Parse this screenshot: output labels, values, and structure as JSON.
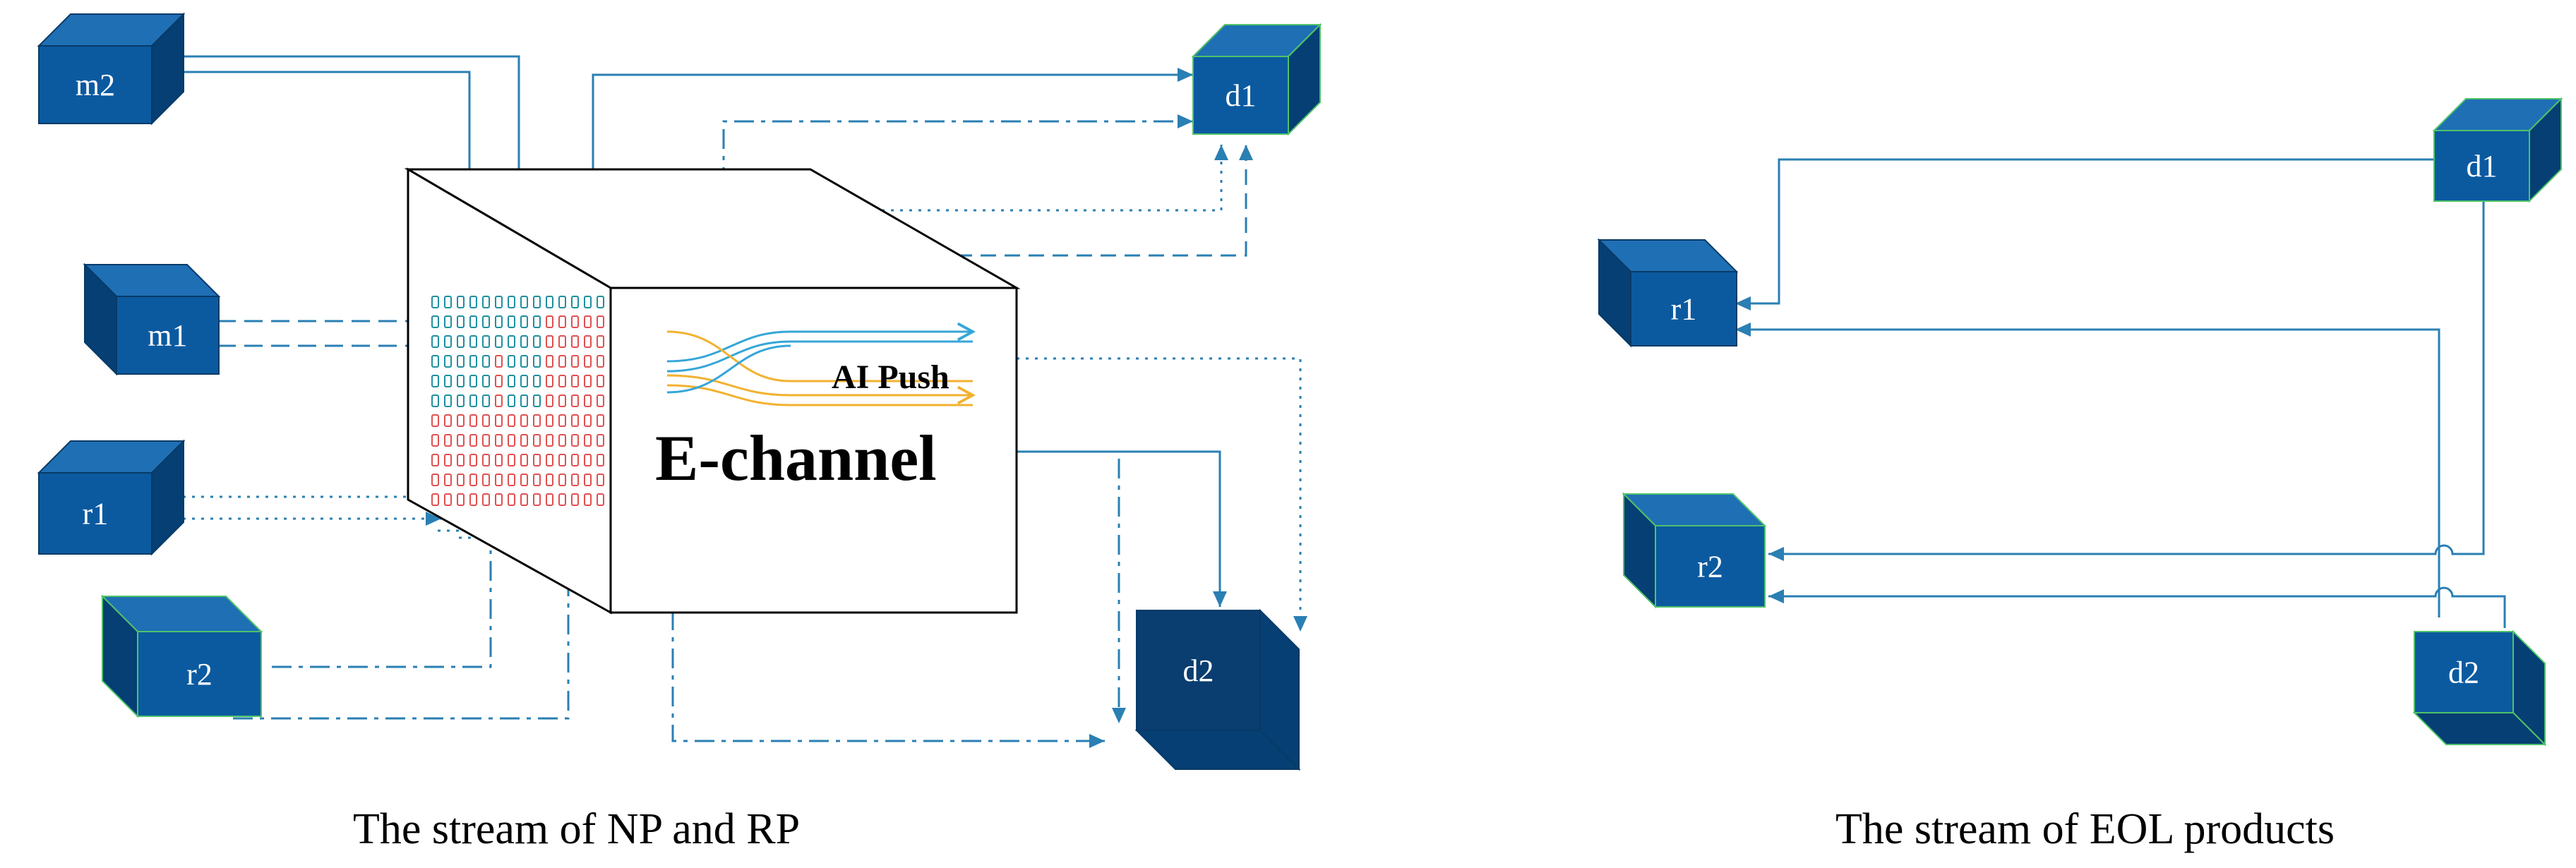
{
  "left_panel": {
    "nodes": {
      "m2": "m2",
      "m1": "m1",
      "r1": "r1",
      "r2": "r2",
      "d1": "d1",
      "d2": "d2"
    },
    "channel_label": "E-channel",
    "push_label": "AI Push",
    "caption": "The stream of NP and RP"
  },
  "right_panel": {
    "nodes": {
      "d1": "d1",
      "r1": "r1",
      "r2": "r2",
      "d2": "d2"
    },
    "caption": "The stream of EOL products"
  },
  "colors": {
    "box_front": "#0b5aa0",
    "box_top": "#1f6fb5",
    "box_side": "#053f73",
    "box_front_dark": "#0a3d70",
    "edge_green": "#4fc26a",
    "arrow": "#2a7fb3",
    "bits_teal": "#1f8fa0",
    "bits_red": "#e05050",
    "stream_blue": "#35a6d8",
    "stream_orange": "#f2b230"
  }
}
